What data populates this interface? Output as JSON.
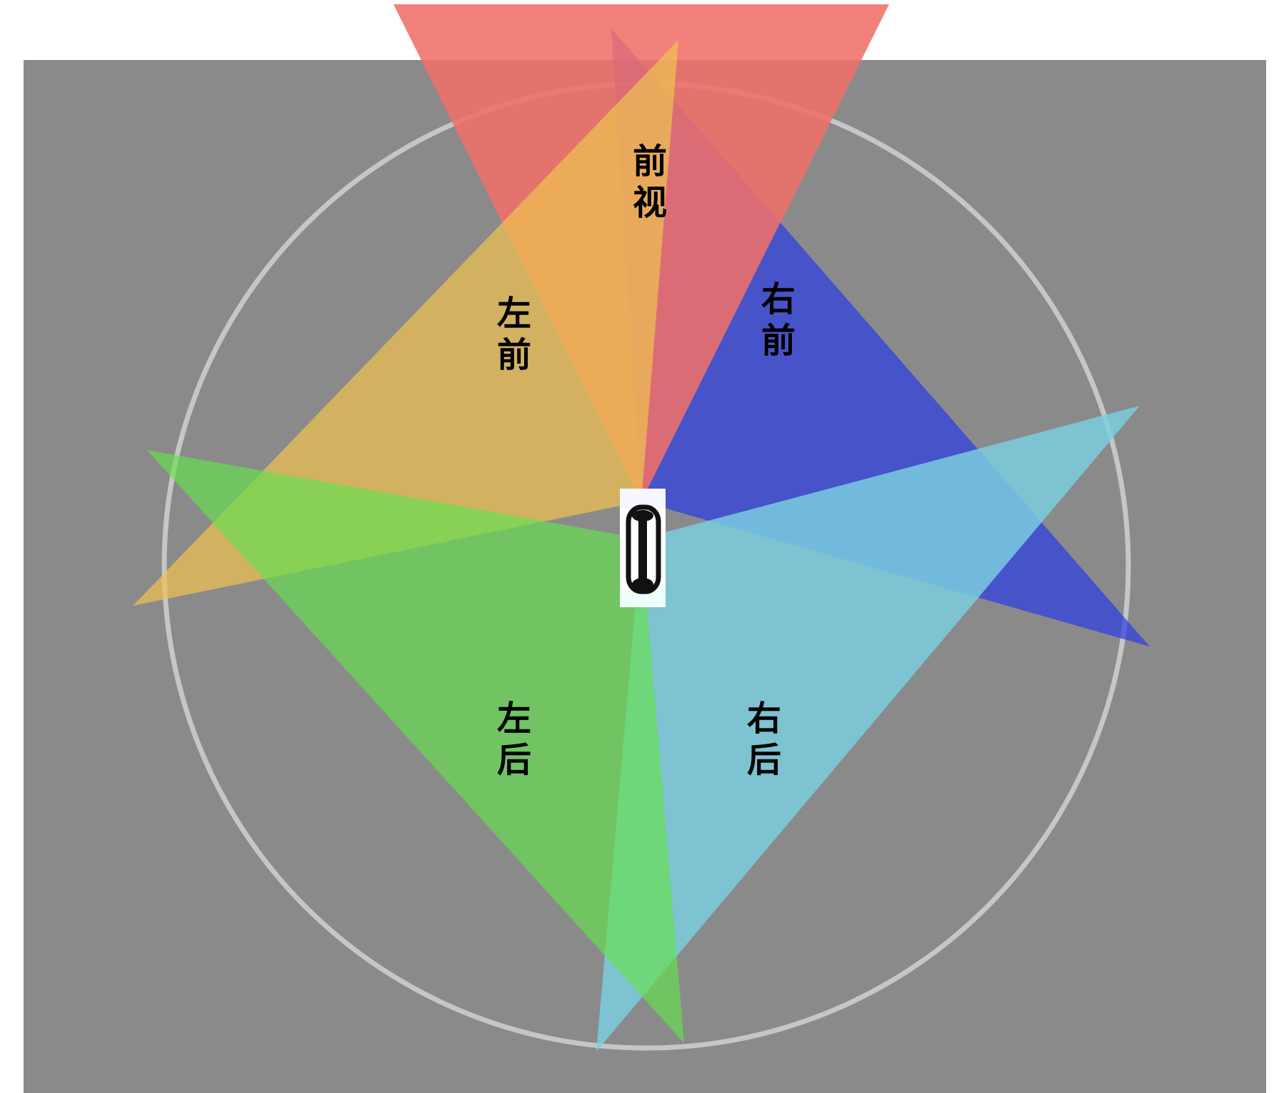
{
  "colors": {
    "background": "#ffffff",
    "ground": "#8a8a8a",
    "range_circle": "#d0d0d0"
  },
  "icons": {
    "vehicle": "car-top-view-icon"
  },
  "cameras": [
    {
      "id": "front",
      "label_line1": "前",
      "label_line2": "视",
      "color": "#f0706a"
    },
    {
      "id": "left-front",
      "label_line1": "左",
      "label_line2": "前",
      "color": "#eec052"
    },
    {
      "id": "right-front",
      "label_line1": "右",
      "label_line2": "前",
      "color": "#2e3ee0"
    },
    {
      "id": "left-rear",
      "label_line1": "左",
      "label_line2": "后",
      "color": "#66e04e"
    },
    {
      "id": "right-rear",
      "label_line1": "右",
      "label_line2": "后",
      "color": "#7ad0e2"
    }
  ]
}
